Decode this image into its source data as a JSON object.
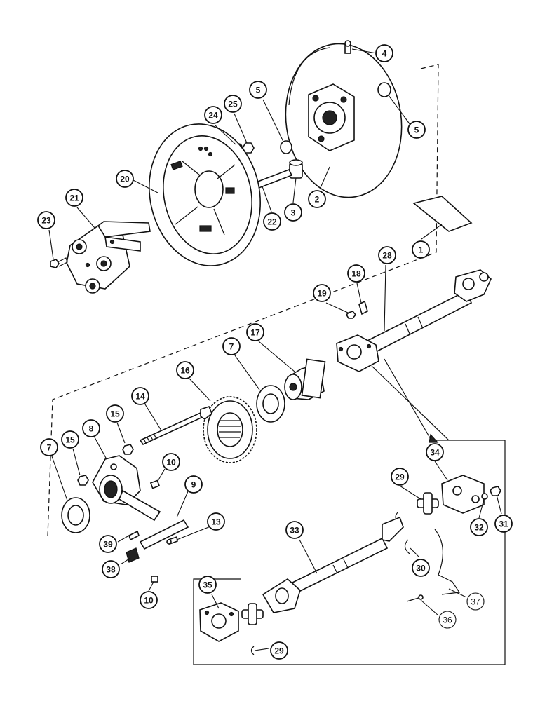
{
  "diagram": {
    "callouts": [
      {
        "id": "c4",
        "label": "4"
      },
      {
        "id": "c5a",
        "label": "5"
      },
      {
        "id": "c5b",
        "label": "5"
      },
      {
        "id": "c25",
        "label": "25"
      },
      {
        "id": "c24",
        "label": "24"
      },
      {
        "id": "c20",
        "label": "20"
      },
      {
        "id": "c21",
        "label": "21"
      },
      {
        "id": "c23",
        "label": "23"
      },
      {
        "id": "c22",
        "label": "22"
      },
      {
        "id": "c3",
        "label": "3"
      },
      {
        "id": "c2",
        "label": "2"
      },
      {
        "id": "c1",
        "label": "1"
      },
      {
        "id": "c28",
        "label": "28"
      },
      {
        "id": "c18",
        "label": "18"
      },
      {
        "id": "c19",
        "label": "19"
      },
      {
        "id": "c17",
        "label": "17"
      },
      {
        "id": "c7a",
        "label": "7"
      },
      {
        "id": "c16",
        "label": "16"
      },
      {
        "id": "c14",
        "label": "14"
      },
      {
        "id": "c15a",
        "label": "15"
      },
      {
        "id": "c8",
        "label": "8"
      },
      {
        "id": "c15b",
        "label": "15"
      },
      {
        "id": "c7b",
        "label": "7"
      },
      {
        "id": "c10a",
        "label": "10"
      },
      {
        "id": "c9",
        "label": "9"
      },
      {
        "id": "c13",
        "label": "13"
      },
      {
        "id": "c39",
        "label": "39"
      },
      {
        "id": "c38",
        "label": "38"
      },
      {
        "id": "c10b",
        "label": "10"
      },
      {
        "id": "c34",
        "label": "34"
      },
      {
        "id": "c29a",
        "label": "29"
      },
      {
        "id": "c32",
        "label": "32"
      },
      {
        "id": "c31",
        "label": "31"
      },
      {
        "id": "c33",
        "label": "33"
      },
      {
        "id": "c30",
        "label": "30"
      },
      {
        "id": "c37",
        "label": "37"
      },
      {
        "id": "c35",
        "label": "35"
      },
      {
        "id": "c36",
        "label": "36"
      },
      {
        "id": "c29b",
        "label": "29"
      }
    ]
  }
}
